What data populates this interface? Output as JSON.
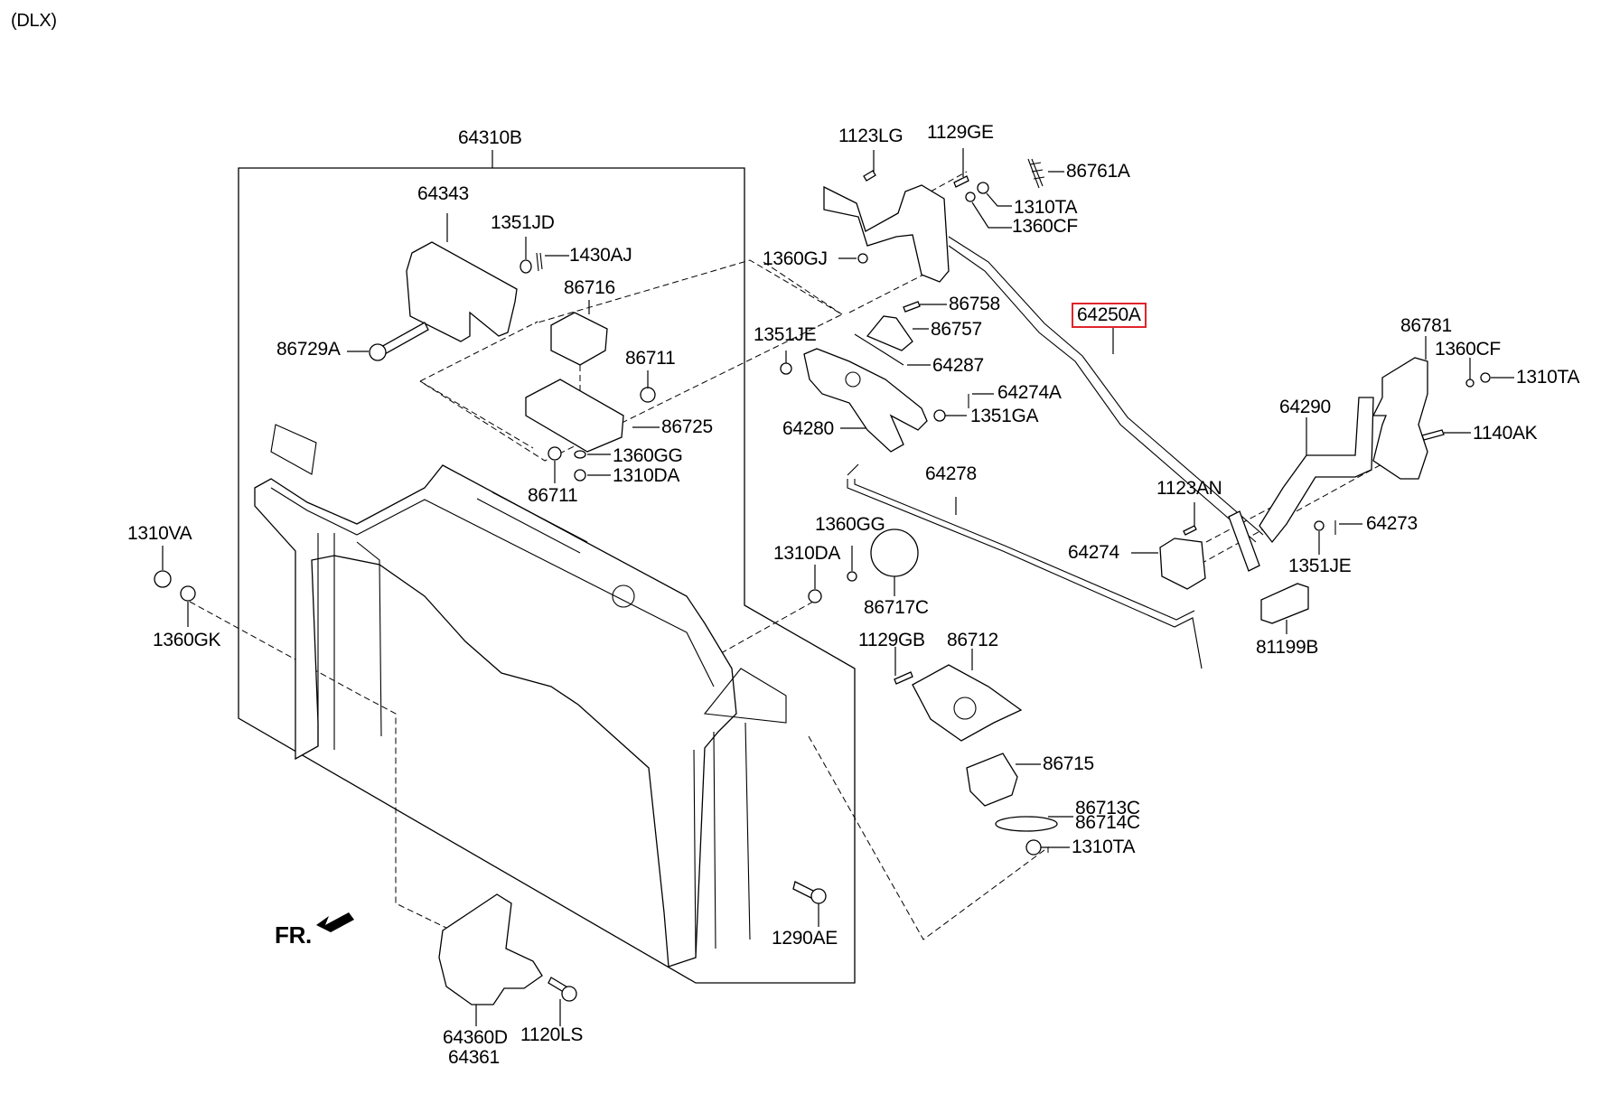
{
  "variant_label": "(DLX)",
  "direction_indicator": "FR.",
  "highlight_color": "#e0242b",
  "highlighted_part": "64250A",
  "parts": {
    "p64310B": "64310B",
    "p64343": "64343",
    "p1351JD": "1351JD",
    "p1430AJ": "1430AJ",
    "p86716": "86716",
    "p86729A": "86729A",
    "p86711a": "86711",
    "p86725": "86725",
    "p1360GGa": "1360GG",
    "p1310DAa": "1310DA",
    "p86711b": "86711",
    "p1310VA": "1310VA",
    "p1360GK": "1360GK",
    "p1123LG": "1123LG",
    "p1129GE": "1129GE",
    "p86761A": "86761A",
    "p1310TAa": "1310TA",
    "p1360CFa": "1360CF",
    "p1360GJ": "1360GJ",
    "p86758": "86758",
    "p86757": "86757",
    "p64250A": "64250A",
    "p1351JEa": "1351JE",
    "p64287": "64287",
    "p64274A": "64274A",
    "p1351GA": "1351GA",
    "p64280": "64280",
    "p64278": "64278",
    "p86781": "86781",
    "p1360CFb": "1360CF",
    "p1310TAb": "1310TA",
    "p64290": "64290",
    "p1140AK": "1140AK",
    "p1123AN": "1123AN",
    "p64273": "64273",
    "p64274": "64274",
    "p1351JEb": "1351JE",
    "p81199B": "81199B",
    "p1360GGb": "1360GG",
    "p1310DAb": "1310DA",
    "p86717C": "86717C",
    "p1129GB": "1129GB",
    "p86712": "86712",
    "p86715": "86715",
    "p86713C": "86713C",
    "p86714C": "86714C",
    "p1310TAc": "1310TA",
    "p1290AE": "1290AE",
    "p64360D": "64360D",
    "p64361": "64361",
    "p1120LS": "1120LS"
  }
}
